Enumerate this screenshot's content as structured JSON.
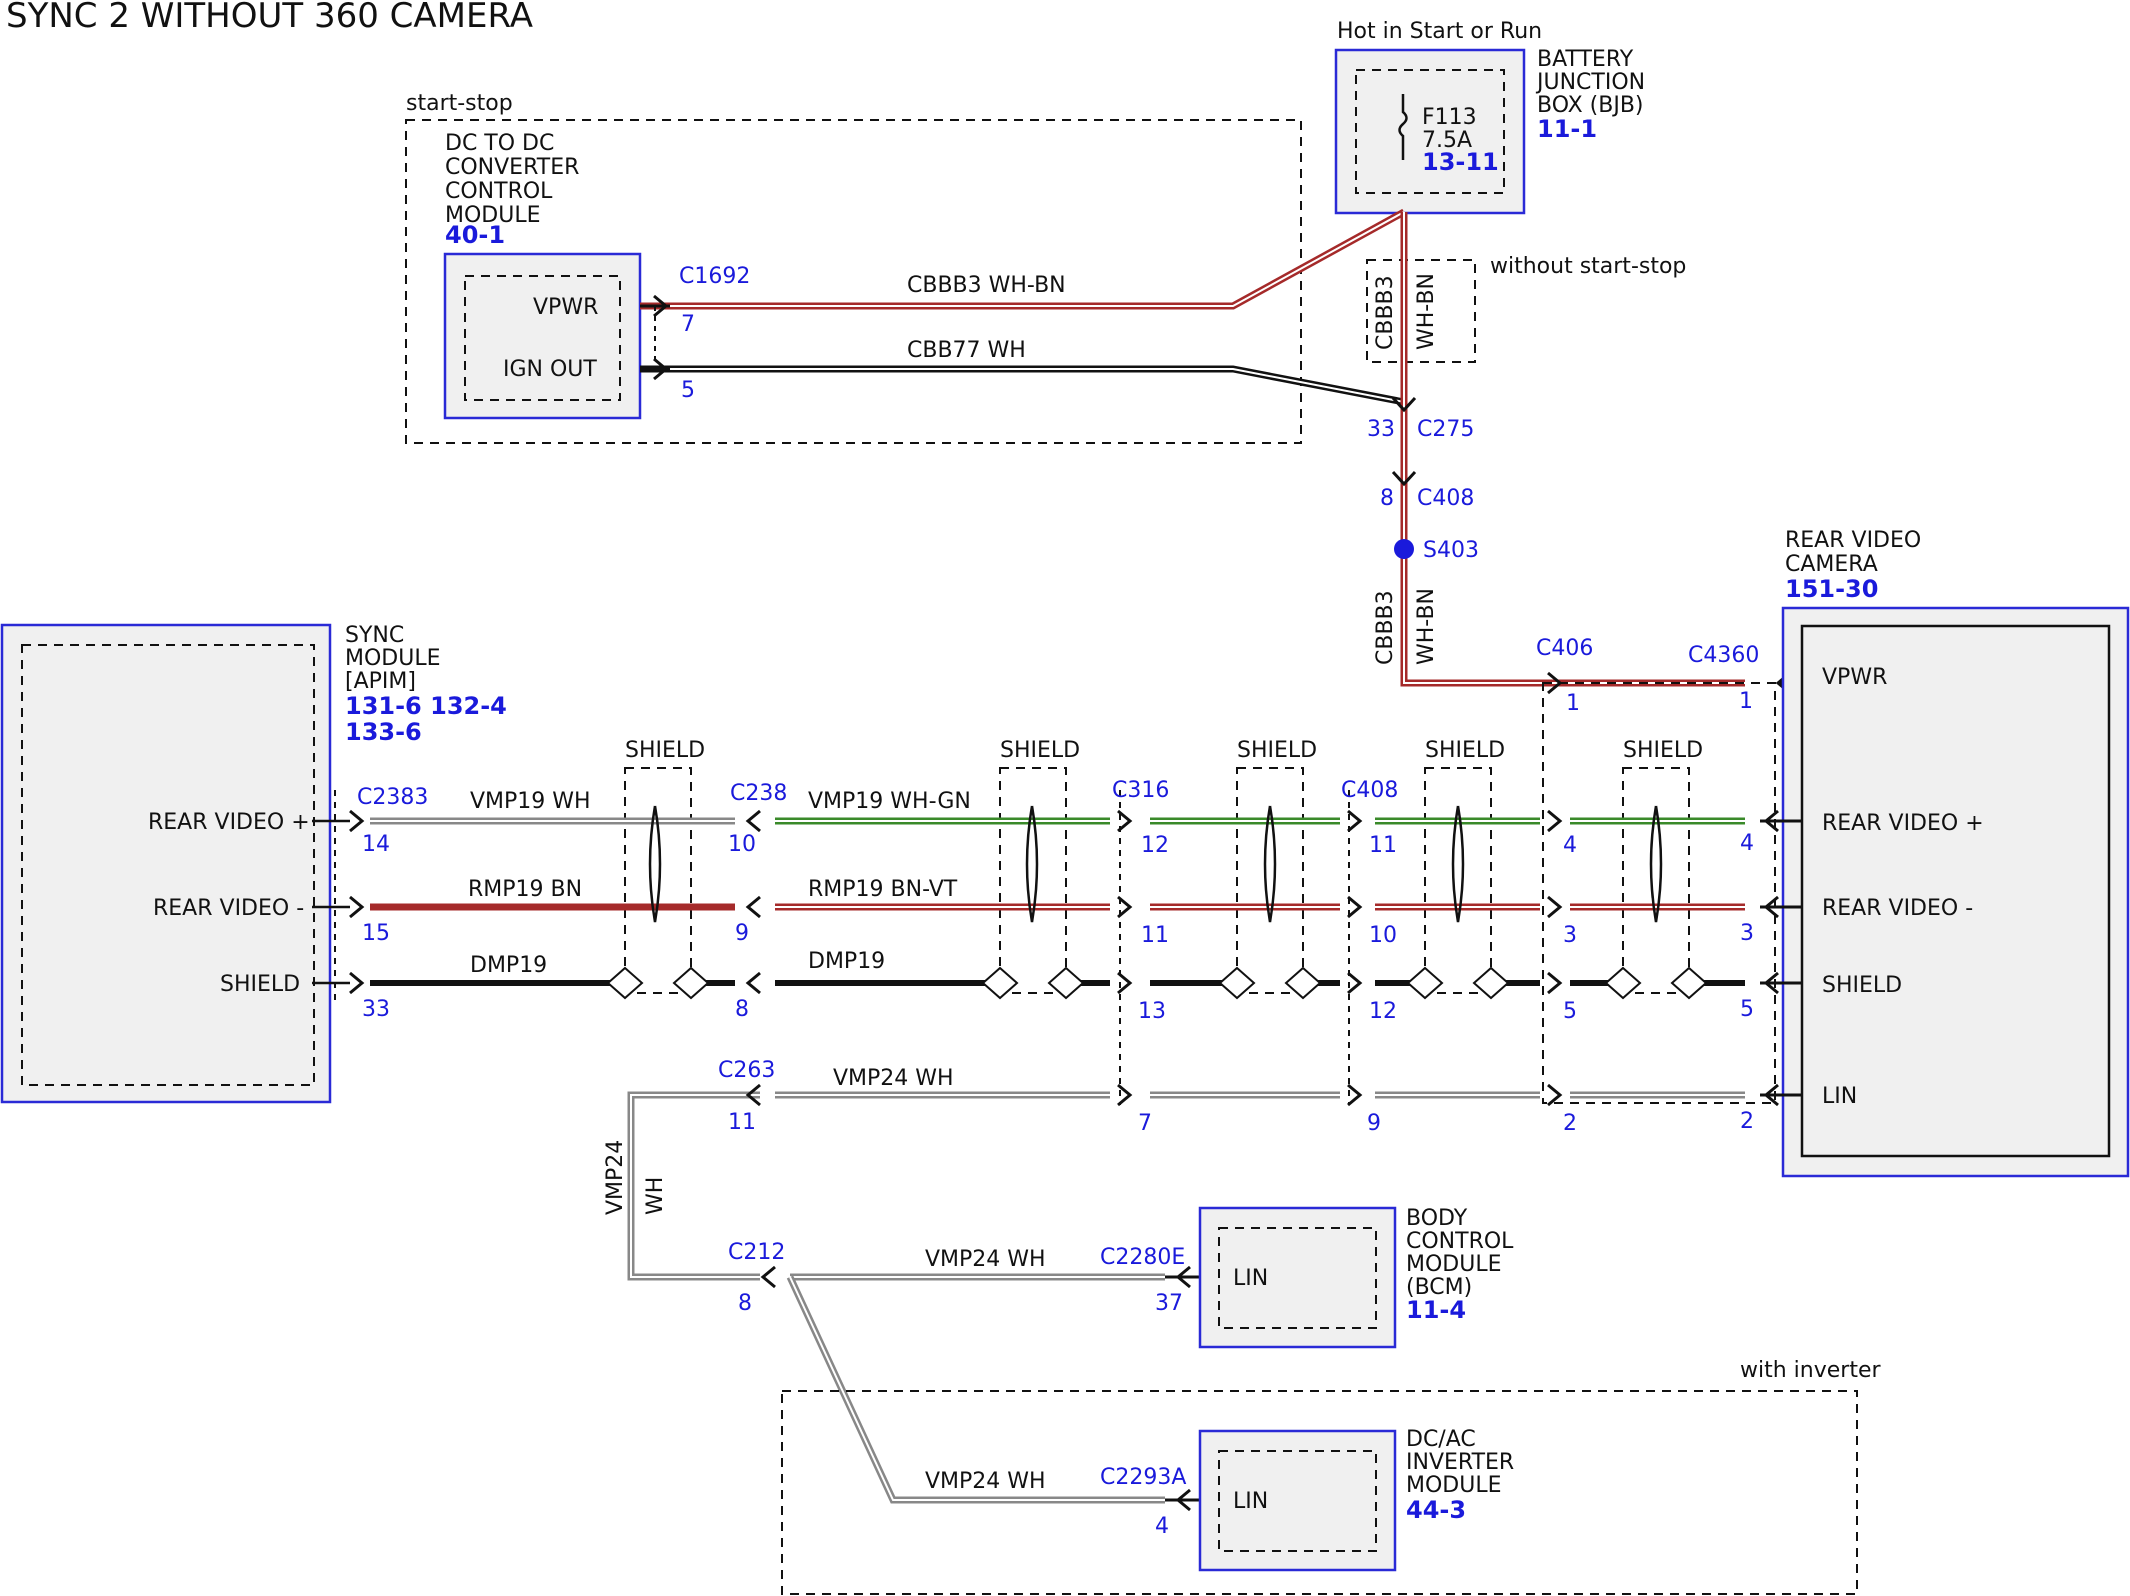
{
  "title": "SYNC 2 WITHOUT 360 CAMERA",
  "labels": {
    "start_stop": "start-stop",
    "without_start_stop": "without start-stop",
    "with_inverter": "with inverter",
    "hot_in": "Hot in Start or Run",
    "shield": "SHIELD"
  },
  "modules": {
    "dcdc": {
      "name": [
        "DC TO DC",
        "CONVERTER",
        "CONTROL",
        "MODULE"
      ],
      "ref": "40-1",
      "pins": [
        "VPWR",
        "IGN OUT"
      ]
    },
    "bjb": {
      "name": [
        "BATTERY",
        "JUNCTION",
        "BOX (BJB)"
      ],
      "ref": "11-1",
      "fuse": "F113",
      "fuse_rating": "7.5A",
      "fuse_ref": "13-11"
    },
    "sync": {
      "name": [
        "SYNC",
        "MODULE",
        "[APIM]"
      ],
      "ref1": "131-6 132-4",
      "ref2": "133-6",
      "pins": [
        "REAR VIDEO +",
        "REAR VIDEO -",
        "SHIELD"
      ]
    },
    "camera": {
      "name": [
        "REAR VIDEO",
        "CAMERA"
      ],
      "ref": "151-30",
      "pins": [
        "VPWR",
        "REAR VIDEO +",
        "REAR VIDEO -",
        "SHIELD",
        "LIN"
      ]
    },
    "bcm": {
      "name": [
        "BODY",
        "CONTROL",
        "MODULE",
        "(BCM)"
      ],
      "ref": "11-4",
      "pin": "LIN"
    },
    "inverter": {
      "name": [
        "DC/AC",
        "INVERTER",
        "MODULE"
      ],
      "ref": "44-3",
      "pin": "LIN"
    }
  },
  "connectors": {
    "c1692": "C1692",
    "c275": "C275",
    "c408": "C408",
    "s403": "S403",
    "c406": "C406",
    "c4360": "C4360",
    "c2383": "C2383",
    "c238": "C238",
    "c316": "C316",
    "c408b": "C408",
    "c263": "C263",
    "c212": "C212",
    "c2280e": "C2280E",
    "c2293a": "C2293A"
  },
  "pins": {
    "c1692_vpwr": "7",
    "c1692_ign": "5",
    "c275": "33",
    "c408": "8",
    "c406": "1",
    "c4360": "1",
    "c2383": [
      "14",
      "15",
      "33"
    ],
    "c238": [
      "10",
      "9",
      "8"
    ],
    "c316": [
      "12",
      "11",
      "13",
      "7"
    ],
    "c408b": [
      "11",
      "10",
      "12",
      "9"
    ],
    "c406b": [
      "4",
      "3",
      "5",
      "2"
    ],
    "c4360b": [
      "4",
      "3",
      "5",
      "2"
    ],
    "c263": "11",
    "c212": "8",
    "c2280e": "37",
    "c2293a": "4"
  },
  "circuits": {
    "cbbb3": "CBBB3  WH-BN",
    "cbb77": "CBB77  WH",
    "cbbb3_code": "CBBB3",
    "wh_bn": "WH-BN",
    "vmp19_wh": "VMP19  WH",
    "vmp19_whgn": "VMP19  WH-GN",
    "rmp19_bn": "RMP19  BN",
    "rmp19_bnvt": "RMP19  BN-VT",
    "dmp19": "DMP19",
    "vmp24_wh": "VMP24  WH",
    "vmp24": "VMP24",
    "wh": "WH"
  },
  "colors": {
    "module_border": "#2a2ad6",
    "module_fill": "#f0f0f0",
    "ref_text": "#1a1adb",
    "wire_red": "#a52a2a",
    "wire_green": "#3a8a2a",
    "wire_black": "#111111",
    "splice": "#1a1adb"
  }
}
